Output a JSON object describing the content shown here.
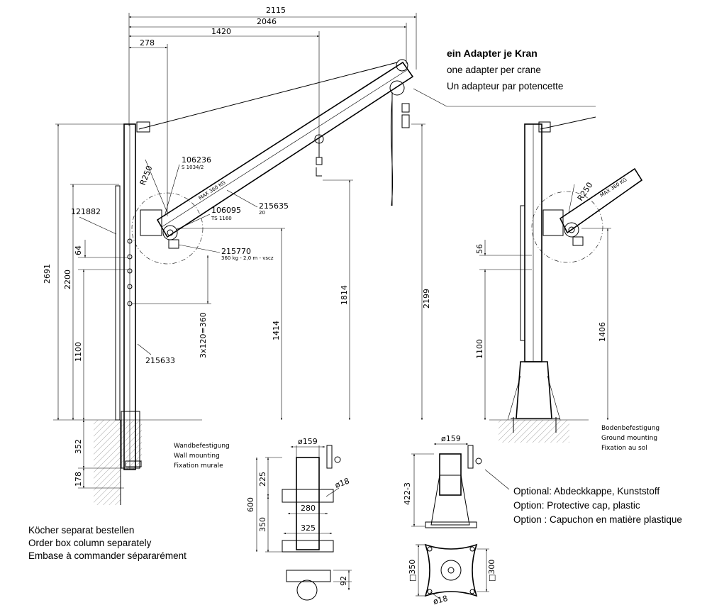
{
  "dimensions": {
    "top_total": "2115",
    "top_2046": "2046",
    "top_1420": "1420",
    "top_278": "278",
    "height_2691": "2691",
    "height_2200": "2200",
    "height_1100_left": "1100",
    "height_64": "64",
    "height_352": "352",
    "height_178": "178",
    "height_1414": "1414",
    "height_1814": "1814",
    "height_2199": "2199",
    "spacing_3x120": "3x120=360",
    "radius_left": "R250",
    "radius_right": "R250",
    "height_56": "56",
    "height_1100_right": "1100",
    "height_1406": "1406",
    "wall_d159": "ø159",
    "wall_225": "225",
    "wall_600": "600",
    "wall_350": "350",
    "wall_280": "280",
    "wall_325": "325",
    "wall_d18": "ø18",
    "wall_92": "92",
    "floor_d159": "ø159",
    "floor_422": "422-3",
    "floor_350": "□350",
    "floor_300": "□300",
    "floor_d18": "ø18"
  },
  "parts": {
    "p106236": "106236",
    "p106236_sub": "S 1034/2",
    "p215635": "215635",
    "p215635_sub": "20",
    "p121882": "121882",
    "p106095": "106095",
    "p106095_sub": "TS 1160",
    "p215770": "215770",
    "p215770_sub": "360 kg - 2,0 m - vscz",
    "p215633": "215633",
    "boom_label_left": "MAX 360 KG",
    "boom_label_right": "MAX 360 KG"
  },
  "notes": {
    "adapter_de": "ein Adapter je Kran",
    "adapter_en": "one adapter per crane",
    "adapter_fr": "Un adapteur par potencette",
    "wall_de": "Wandbefestigung",
    "wall_en": "Wall mounting",
    "wall_fr": "Fixation murale",
    "floor_de": "Bodenbefestigung",
    "floor_en": "Ground mounting",
    "floor_fr": "Fixation au sol",
    "order_de": "Köcher separat bestellen",
    "order_en": "Order box column separately",
    "order_fr": "Embase à commander sépararément",
    "option_de": "Optional: Abdeckkappe, Kunststoff",
    "option_en": "Option: Protective cap, plastic",
    "option_fr": "Option : Capuchon en matière plastique"
  }
}
